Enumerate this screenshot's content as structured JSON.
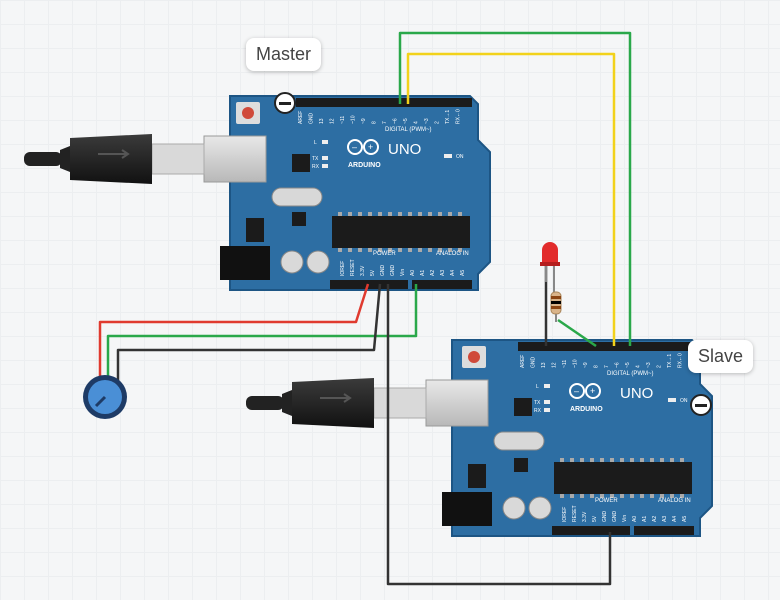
{
  "master": {
    "label": "Master",
    "brand": "ARDUINO",
    "model": "UNO",
    "digital_header": "DIGITAL (PWM~)",
    "power_header": "POWER",
    "analog_header": "ANALOG IN",
    "digital_pins": [
      "AREF",
      "GND",
      "13",
      "12",
      "~11",
      "~10",
      "~9",
      "8",
      "7",
      "~6",
      "~5",
      "4",
      "~3",
      "2",
      "TX→1",
      "RX←0"
    ],
    "power_pins": [
      "IOREF",
      "RESET",
      "3.3V",
      "5V",
      "GND",
      "GND",
      "Vin"
    ],
    "analog_pins": [
      "A0",
      "A1",
      "A2",
      "A3",
      "A4",
      "A5"
    ],
    "led_labels": [
      "L",
      "TX",
      "RX",
      "ON"
    ]
  },
  "slave": {
    "label": "Slave",
    "brand": "ARDUINO",
    "model": "UNO",
    "digital_header": "DIGITAL (PWM~)",
    "power_header": "POWER",
    "analog_header": "ANALOG IN",
    "digital_pins": [
      "AREF",
      "GND",
      "13",
      "12",
      "~11",
      "~10",
      "~9",
      "8",
      "7",
      "~6",
      "~5",
      "4",
      "~3",
      "2",
      "TX→1",
      "RX←0"
    ],
    "power_pins": [
      "IOREF",
      "RESET",
      "3.3V",
      "5V",
      "GND",
      "GND",
      "Vin"
    ],
    "analog_pins": [
      "A0",
      "A1",
      "A2",
      "A3",
      "A4",
      "A5"
    ],
    "led_labels": [
      "L",
      "TX",
      "RX",
      "ON"
    ]
  },
  "colors": {
    "board": "#2d6ea3",
    "board_edge": "#1d5584",
    "wire_green": "#2aa84a",
    "wire_yellow": "#f2d21b",
    "wire_red": "#e03a2f",
    "wire_black": "#333333",
    "led_red": "#e22b2b",
    "pot_blue": "#4a8fd6"
  },
  "components": {
    "potentiometer": "potentiometer",
    "led": "red-led",
    "resistor": "resistor"
  }
}
